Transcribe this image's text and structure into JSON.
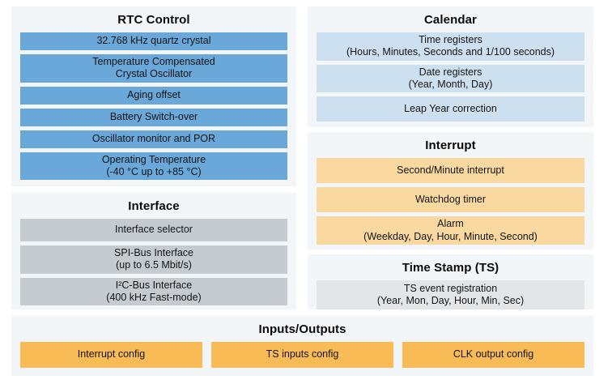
{
  "colors": {
    "page_background": "#ffffff",
    "panel_background": "#f3f6f8",
    "rtc_bar": "#6aa8da",
    "calendar_bar": "#cde0f0",
    "interface_bar": "#c6cbd0",
    "timestamp_bar": "#e3e6e9",
    "interrupt_bar": "#fad9a1",
    "io_bar": "#f8bb55"
  },
  "sections": {
    "rtc_control": {
      "title": "RTC Control",
      "items": [
        {
          "lines": [
            "32.768 kHz quartz crystal"
          ]
        },
        {
          "lines": [
            "Temperature Compensated",
            "Crystal Oscillator"
          ]
        },
        {
          "lines": [
            "Aging offset"
          ]
        },
        {
          "lines": [
            "Battery Switch-over"
          ]
        },
        {
          "lines": [
            "Oscillator monitor and POR"
          ]
        },
        {
          "lines": [
            "Operating Temperature",
            "(-40 °C up to +85 °C)"
          ]
        }
      ]
    },
    "interface": {
      "title": "Interface",
      "items": [
        {
          "lines": [
            "Interface selector"
          ]
        },
        {
          "lines": [
            "SPI-Bus Interface",
            "(up to 6.5 Mbit/s)"
          ]
        },
        {
          "lines": [
            "I²C-Bus Interface",
            "(400 kHz Fast-mode)"
          ]
        }
      ]
    },
    "calendar": {
      "title": "Calendar",
      "items": [
        {
          "lines": [
            "Time registers",
            "(Hours, Minutes, Seconds and 1/100 seconds)"
          ]
        },
        {
          "lines": [
            "Date registers",
            "(Year, Month, Day)"
          ]
        },
        {
          "lines": [
            "Leap Year correction"
          ]
        }
      ]
    },
    "interrupt": {
      "title": "Interrupt",
      "items": [
        {
          "lines": [
            "Second/Minute interrupt"
          ]
        },
        {
          "lines": [
            "Watchdog timer"
          ]
        },
        {
          "lines": [
            "Alarm",
            "(Weekday, Day, Hour, Minute, Second)"
          ]
        }
      ]
    },
    "time_stamp": {
      "title": "Time Stamp (TS)",
      "items": [
        {
          "lines": [
            "TS event registration",
            "(Year, Mon, Day, Hour, Min, Sec)"
          ]
        }
      ]
    },
    "inputs_outputs": {
      "title": "Inputs/Outputs",
      "items": [
        {
          "lines": [
            "Interrupt config"
          ]
        },
        {
          "lines": [
            "TS inputs config"
          ]
        },
        {
          "lines": [
            "CLK output config"
          ]
        }
      ]
    }
  }
}
